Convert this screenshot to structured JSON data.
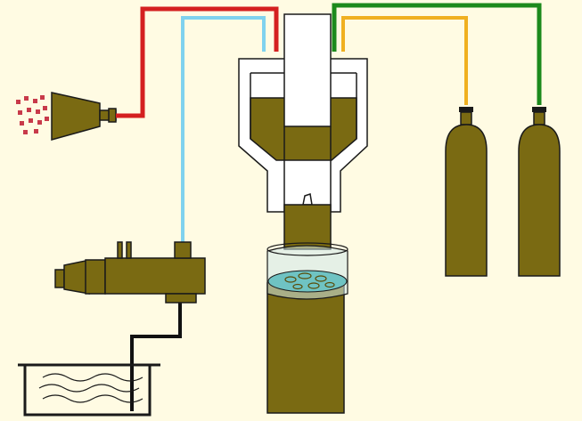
{
  "colors": {
    "background": "#fffbe3",
    "olive": "#7a6a12",
    "olive_dark": "#5a4c08",
    "outline": "#1a1a1a",
    "red_line": "#d42020",
    "blue_line": "#7fd2ee",
    "yellow_line": "#f0b020",
    "green_line": "#1c8a1c",
    "black_line": "#111111",
    "spray": "#c83a4a",
    "glass": "#cfe8ea",
    "liquid": "#6fc3c3",
    "white_part": "#ffffff"
  },
  "components": [
    {
      "id": "spray-nozzle",
      "icon": "spray-nozzle-icon"
    },
    {
      "id": "extruder-pump",
      "icon": "pump-icon"
    },
    {
      "id": "water-bath",
      "icon": "water-tank-icon"
    },
    {
      "id": "reactor-column",
      "icon": "reactor-vessel-icon"
    },
    {
      "id": "gas-cylinder-yellow",
      "icon": "gas-cylinder-icon"
    },
    {
      "id": "gas-cylinder-green",
      "icon": "gas-cylinder-icon"
    }
  ]
}
